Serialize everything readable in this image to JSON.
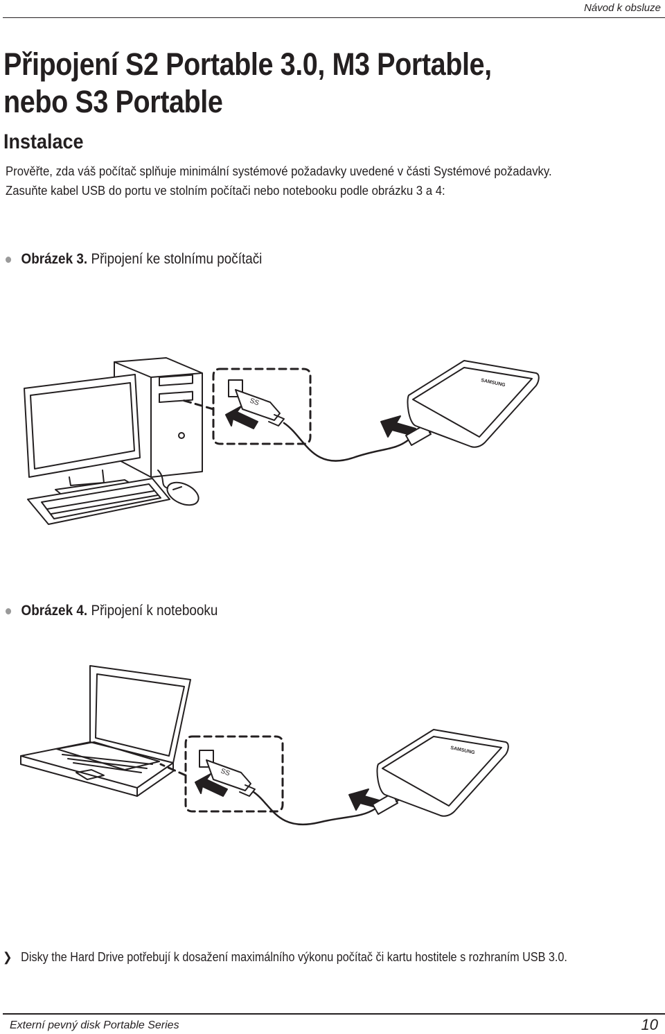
{
  "header": {
    "label": "Návod k obsluze"
  },
  "title": {
    "line1": "Připojení S2 Portable 3.0, M3 Portable,",
    "line2": "nebo S3 Portable"
  },
  "section": {
    "title": "Instalace"
  },
  "paragraphs": [
    "Prověřte, zda váš počítač splňuje minimální systémové požadavky uvedené v části Systémové požadavky.",
    "Zasuňte kabel USB do portu ve stolním počítači nebo notebooku podle obrázku 3 a 4:"
  ],
  "figures": [
    {
      "number": "Obrázek 3.",
      "caption": "Připojení ke stolnímu počítači",
      "brand": "SAMSUNG"
    },
    {
      "number": "Obrázek 4.",
      "caption": "Připojení k notebooku",
      "brand": "SAMSUNG"
    }
  ],
  "note": {
    "icon": "chevron-right-icon",
    "text": "Disky the Hard Drive potřebují k dosažení maximálního výkonu počítač či kartu hostitele s rozhraním USB 3.0."
  },
  "footer": {
    "label": "Externí pevný disk Portable Series",
    "page_number": "10"
  }
}
